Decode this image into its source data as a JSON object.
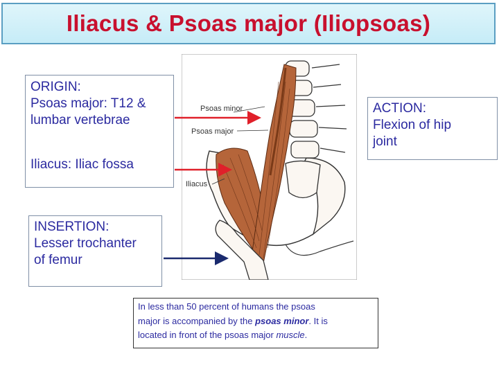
{
  "title": "Iliacus & Psoas major (Iliopsoas)",
  "origin": {
    "heading": "ORIGIN:",
    "psoas_line1": "Psoas major: T12 &",
    "psoas_line2": "lumbar vertebrae",
    "iliacus": "Iliacus: Iliac fossa"
  },
  "insertion": {
    "heading": "INSERTION:",
    "line1": "Lesser trochanter",
    "line2": "of femur"
  },
  "action": {
    "heading": "ACTION:",
    "line1": "Flexion of hip",
    "line2": "joint"
  },
  "note": {
    "part1": "In less than 50 percent of humans the psoas",
    "part2": "major is accompanied by the ",
    "part3": "psoas minor",
    "part4": ". It is",
    "part5": "located in front of the psoas major ",
    "part6": "muscle",
    "part7": "."
  },
  "diagram_labels": {
    "psoas_minor": "Psoas minor",
    "psoas_major": "Psoas major",
    "iliacus": "Iliacus"
  },
  "colors": {
    "title": "#c8102e",
    "body_text": "#2b2aa0",
    "arrow_red": "#e0202a",
    "arrow_navy": "#1a2a6e",
    "muscle": "#b5653a"
  }
}
